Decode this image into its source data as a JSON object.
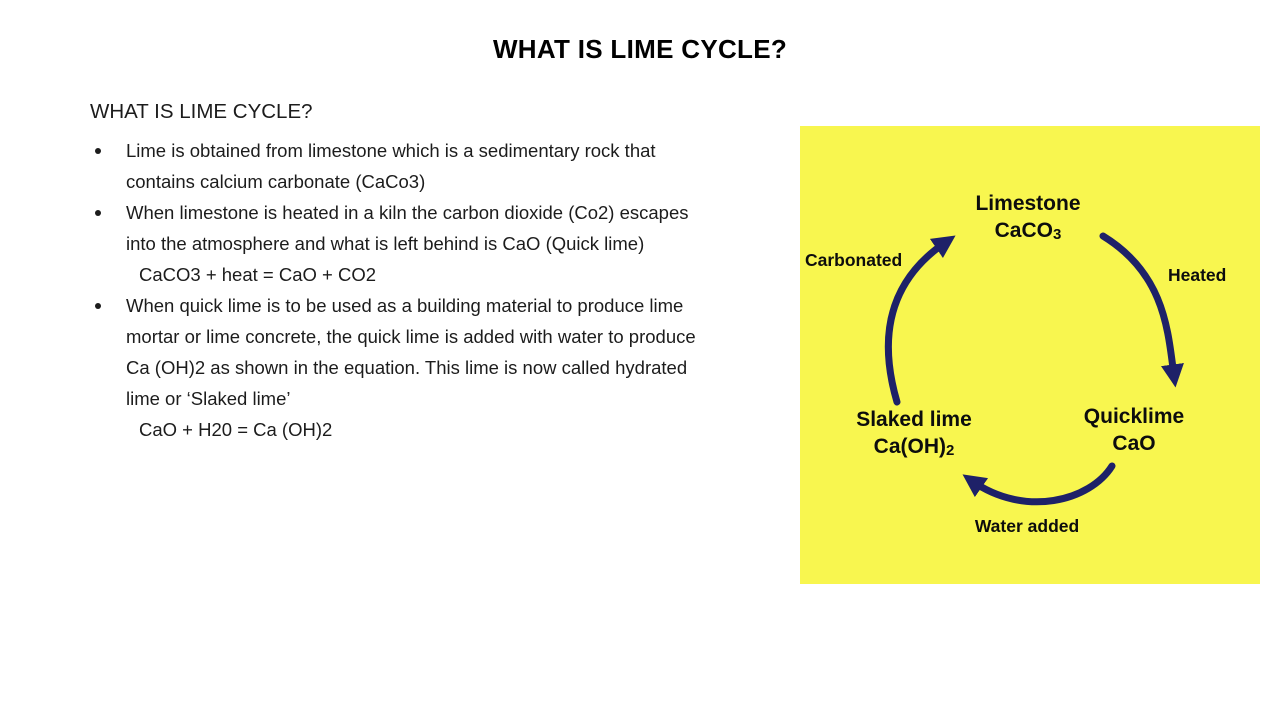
{
  "slide": {
    "title": "WHAT IS LIME CYCLE?",
    "heading": "WHAT IS LIME CYCLE?",
    "bullets": [
      {
        "text": "Lime is obtained from limestone which is a sedimentary rock that contains calcium carbonate (CaCo3)",
        "equation": ""
      },
      {
        "text": "When limestone is heated in a kiln the carbon dioxide (Co2) escapes into the atmosphere and what is left behind is CaO (Quick lime)",
        "equation": "CaCO3 + heat = CaO + CO2"
      },
      {
        "text": "When quick lime is to be used as a building material to produce lime mortar or lime concrete, the quick lime is added with water to produce Ca (OH)2 as shown in the equation. This lime is now called hydrated lime or ‘Slaked lime’",
        "equation": "CaO + H20 = Ca (OH)2"
      }
    ]
  },
  "diagram": {
    "background_color": "#f8f64f",
    "arrow_color": "#1e2168",
    "text_color": "#0d0d0d",
    "nodes": {
      "limestone": {
        "name": "Limestone",
        "formula_base": "CaCO",
        "formula_sub": "3"
      },
      "quicklime": {
        "name": "Quicklime",
        "formula_base": "CaO",
        "formula_sub": ""
      },
      "slaked_lime": {
        "name": "Slaked lime",
        "formula_base": "Ca(OH)",
        "formula_sub": "2"
      }
    },
    "process_labels": {
      "carbonated": "Carbonated",
      "heated": "Heated",
      "water_added": "Water added"
    }
  }
}
